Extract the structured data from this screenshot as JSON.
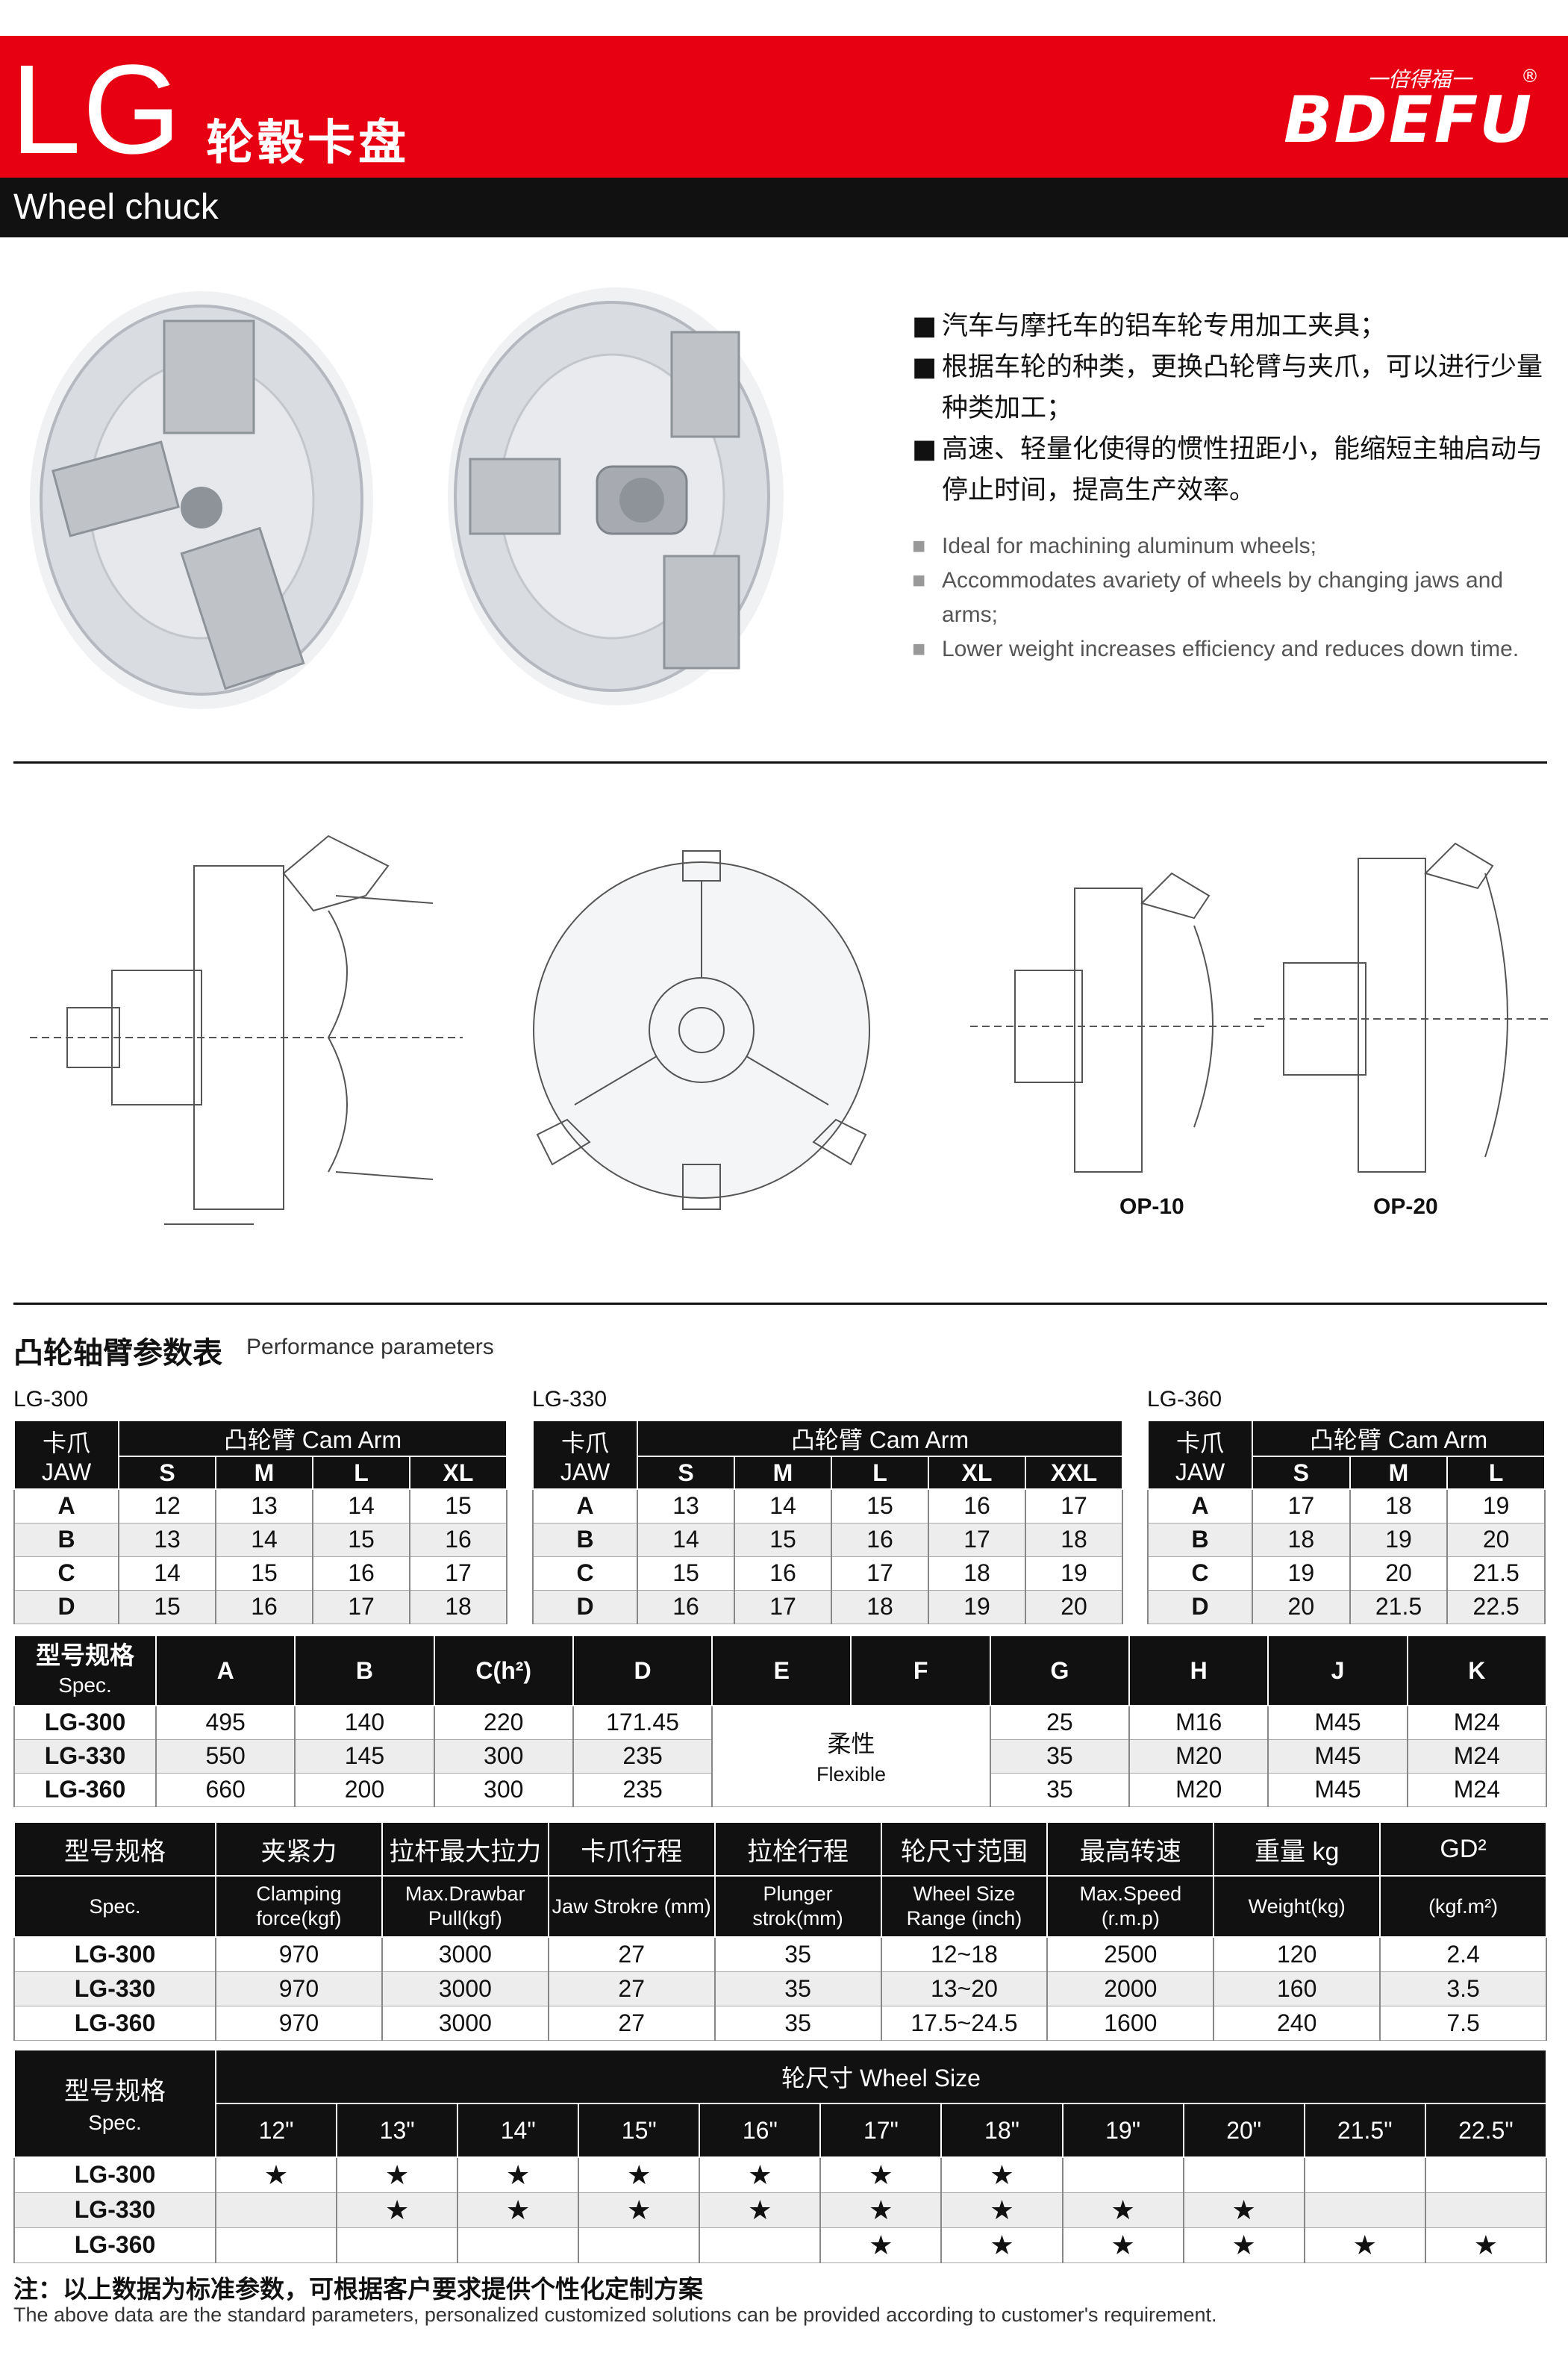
{
  "header": {
    "code": "LG",
    "title_cn": "轮毂卡盘",
    "subtitle_en": "Wheel chuck",
    "logo_text_cn": "一倍得福一",
    "logo_text_en": "BDEFU",
    "logo_mark": "®",
    "brand_color": "#e60012"
  },
  "features": {
    "cn": [
      "汽车与摩托车的铝车轮专用加工夹具；",
      "根据车轮的种类，更换凸轮臂与夹爪，可以进行少量种类加工；",
      "高速、轻量化使得的惯性扭距小，能缩短主轴启动与停止时间，提高生产效率。"
    ],
    "en": [
      "Ideal for machining aluminum wheels;",
      "Accommodates avariety of wheels by changing jaws and arms;",
      "Lower weight increases efficiency and reduces down time."
    ]
  },
  "drawings": {
    "op10": "OP-10",
    "op20": "OP-20"
  },
  "section": {
    "title_cn": "凸轮轴臂参数表",
    "title_en": "Performance parameters"
  },
  "cam_tables": [
    {
      "label": "LG-300",
      "jaw_cn": "卡爪",
      "jaw_en": "JAW",
      "cam_title": "凸轮臂 Cam Arm",
      "sizes": [
        "S",
        "M",
        "L",
        "XL"
      ],
      "rows": [
        {
          "jaw": "A",
          "values": [
            "12",
            "13",
            "14",
            "15"
          ]
        },
        {
          "jaw": "B",
          "values": [
            "13",
            "14",
            "15",
            "16"
          ]
        },
        {
          "jaw": "C",
          "values": [
            "14",
            "15",
            "16",
            "17"
          ]
        },
        {
          "jaw": "D",
          "values": [
            "15",
            "16",
            "17",
            "18"
          ]
        }
      ]
    },
    {
      "label": "LG-330",
      "jaw_cn": "卡爪",
      "jaw_en": "JAW",
      "cam_title": "凸轮臂 Cam Arm",
      "sizes": [
        "S",
        "M",
        "L",
        "XL",
        "XXL"
      ],
      "rows": [
        {
          "jaw": "A",
          "values": [
            "13",
            "14",
            "15",
            "16",
            "17"
          ]
        },
        {
          "jaw": "B",
          "values": [
            "14",
            "15",
            "16",
            "17",
            "18"
          ]
        },
        {
          "jaw": "C",
          "values": [
            "15",
            "16",
            "17",
            "18",
            "19"
          ]
        },
        {
          "jaw": "D",
          "values": [
            "16",
            "17",
            "18",
            "19",
            "20"
          ]
        }
      ]
    },
    {
      "label": "LG-360",
      "jaw_cn": "卡爪",
      "jaw_en": "JAW",
      "cam_title": "凸轮臂 Cam Arm",
      "sizes": [
        "S",
        "M",
        "L"
      ],
      "rows": [
        {
          "jaw": "A",
          "values": [
            "17",
            "18",
            "19"
          ]
        },
        {
          "jaw": "B",
          "values": [
            "18",
            "19",
            "20"
          ]
        },
        {
          "jaw": "C",
          "values": [
            "19",
            "20",
            "21.5"
          ]
        },
        {
          "jaw": "D",
          "values": [
            "20",
            "21.5",
            "22.5"
          ]
        }
      ]
    }
  ],
  "dim_table": {
    "spec_cn": "型号规格",
    "spec_en": "Spec.",
    "cols": [
      "A",
      "B",
      "C(h²)",
      "D",
      "E",
      "F",
      "G",
      "H",
      "J",
      "K"
    ],
    "flex_cn": "柔性",
    "flex_en": "Flexible",
    "rows": [
      {
        "model": "LG-300",
        "A": "495",
        "B": "140",
        "C": "220",
        "D": "171.45",
        "G": "25",
        "H": "M16",
        "J": "M45",
        "K": "M24"
      },
      {
        "model": "LG-330",
        "A": "550",
        "B": "145",
        "C": "300",
        "D": "235",
        "G": "35",
        "H": "M20",
        "J": "M45",
        "K": "M24"
      },
      {
        "model": "LG-360",
        "A": "660",
        "B": "200",
        "C": "300",
        "D": "235",
        "G": "35",
        "H": "M20",
        "J": "M45",
        "K": "M24"
      }
    ]
  },
  "perf_table": {
    "headers_cn": [
      "型号规格",
      "夹紧力",
      "拉杆最大拉力",
      "卡爪行程",
      "拉栓行程",
      "轮尺寸范围",
      "最高转速",
      "重量 kg",
      "GD²"
    ],
    "headers_en": [
      "Spec.",
      "Clamping force(kgf)",
      "Max.Drawbar Pull(kgf)",
      "Jaw Strokre (mm)",
      "Plunger strok(mm)",
      "Wheel Size Range (inch)",
      "Max.Speed (r.m.p)",
      "Weight(kg)",
      "(kgf.m²)"
    ],
    "rows": [
      [
        "LG-300",
        "970",
        "3000",
        "27",
        "35",
        "12~18",
        "2500",
        "120",
        "2.4"
      ],
      [
        "LG-330",
        "970",
        "3000",
        "27",
        "35",
        "13~20",
        "2000",
        "160",
        "3.5"
      ],
      [
        "LG-360",
        "970",
        "3000",
        "27",
        "35",
        "17.5~24.5",
        "1600",
        "240",
        "7.5"
      ]
    ]
  },
  "wheel_table": {
    "spec_cn": "型号规格",
    "spec_en": "Spec.",
    "title": "轮尺寸 Wheel Size",
    "sizes": [
      "12\"",
      "13\"",
      "14\"",
      "15\"",
      "16\"",
      "17\"",
      "18\"",
      "19\"",
      "20\"",
      "21.5\"",
      "22.5\""
    ],
    "star": "★",
    "rows": [
      {
        "model": "LG-300",
        "marks": [
          "★",
          "★",
          "★",
          "★",
          "★",
          "★",
          "★",
          "",
          "",
          "",
          ""
        ]
      },
      {
        "model": "LG-330",
        "marks": [
          "",
          "★",
          "★",
          "★",
          "★",
          "★",
          "★",
          "★",
          "★",
          "",
          ""
        ]
      },
      {
        "model": "LG-360",
        "marks": [
          "",
          "",
          "",
          "",
          "",
          "★",
          "★",
          "★",
          "★",
          "★",
          "★"
        ]
      }
    ]
  },
  "note": {
    "cn": "注：以上数据为标准参数，可根据客户要求提供个性化定制方案",
    "en": "The above data are the standard parameters, personalized customized solutions can be provided according to customer's requirement."
  }
}
